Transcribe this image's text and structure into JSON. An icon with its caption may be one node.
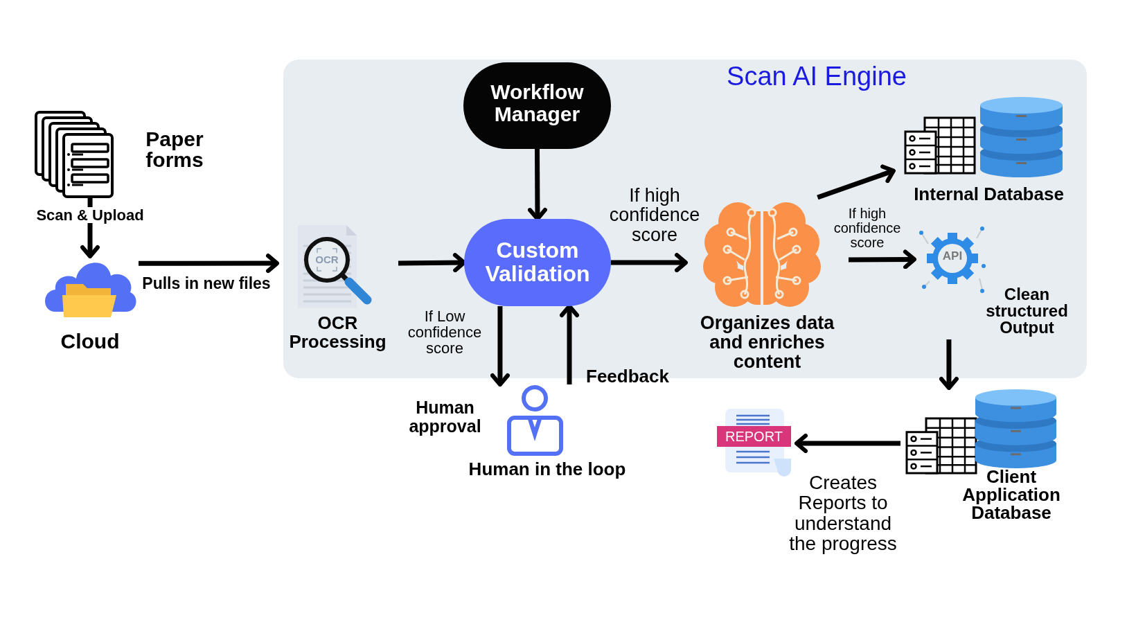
{
  "diagram": {
    "nodes": [
      {
        "text": [
          "Scan AI Engine"
        ]
      },
      {
        "text": [
          "Paper forms"
        ]
      },
      {
        "text": [
          "Cloud"
        ]
      },
      {
        "text": [
          "OCR Processing"
        ],
        "in": 0
      },
      {
        "text": [
          "Workflow Manager"
        ],
        "in": 0
      },
      {
        "text": [
          "Custom Validation"
        ],
        "in": 0
      },
      {
        "text": [
          "Organizes data and enriches content"
        ],
        "in": 0
      },
      {
        "text": [
          "Internal Database"
        ],
        "in": 0
      },
      {
        "text": [
          "Clean structured Output"
        ],
        "in": 0
      },
      {
        "text": [
          "Human in the loop"
        ],
        "beside": [
          "Human approval"
        ]
      },
      {
        "text": [
          "Client Application Database"
        ]
      },
      {
        "text": [
          "REPORT"
        ]
      }
    ],
    "edges": [
      {
        "from": 1,
        "to": 2,
        "arrow": "to",
        "label": "Scan & Upload"
      },
      {
        "from": 2,
        "to": 3,
        "arrow": "to",
        "label": "Pulls in new files"
      },
      {
        "from": 3,
        "to": 5,
        "arrow": "to"
      },
      {
        "from": 4,
        "to": 5,
        "arrow": "to"
      },
      {
        "from": 5,
        "to": 6,
        "arrow": "to",
        "label": "If high confidence score"
      },
      {
        "from": 6,
        "to": 7,
        "arrow": "to"
      },
      {
        "from": 6,
        "to": 8,
        "arrow": "to",
        "label": "If high confidence score"
      },
      {
        "from": 5,
        "to": 9,
        "arrow": "to",
        "label": "If Low confidence score"
      },
      {
        "from": 9,
        "to": 5,
        "arrow": "to",
        "label": "Feedback"
      },
      {
        "from": 8,
        "to": 10,
        "arrow": "to"
      },
      {
        "from": 10,
        "to": 11,
        "arrow": "to",
        "label": "Creates Reports to understand the progress"
      }
    ],
    "labels": [
      "OCR",
      "API"
    ]
  }
}
